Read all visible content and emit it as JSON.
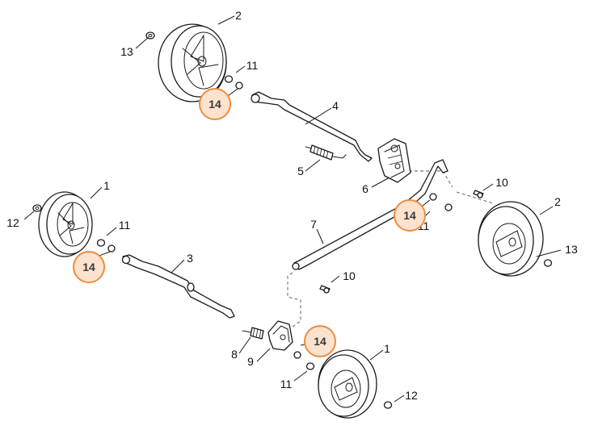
{
  "diagram": {
    "highlight_color": "#ef8c3c",
    "highlight_fill": "#fde3cf",
    "labels": {
      "p1_bottom": "1",
      "p1_left": "1",
      "p2_top": "2",
      "p2_right": "2",
      "p3": "3",
      "p4": "4",
      "p5": "5",
      "p6": "6",
      "p7": "7",
      "p8": "8",
      "p9": "9",
      "p10_top": "10",
      "p10_mid": "10",
      "p11_top": "11",
      "p11_left": "11",
      "p11_right": "11",
      "p11_bottom": "11",
      "p12_left": "12",
      "p12_bottom": "12",
      "p13_top": "13",
      "p13_right": "13"
    },
    "callouts": {
      "c14_top": "14",
      "c14_left": "14",
      "c14_right": "14",
      "c14_bottom": "14"
    }
  }
}
